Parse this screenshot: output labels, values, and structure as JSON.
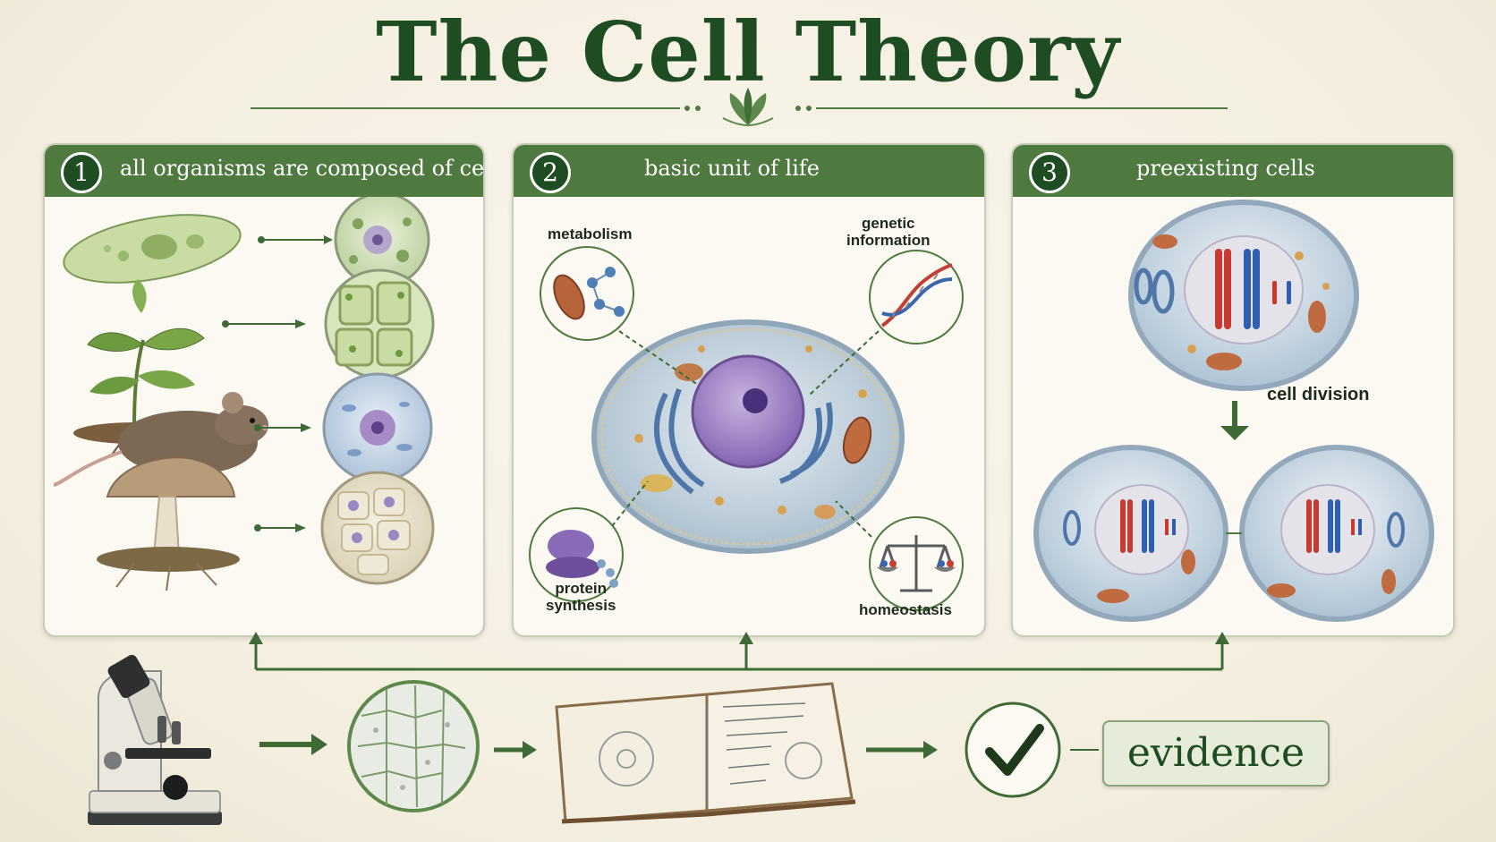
{
  "title": "The Cell Theory",
  "colors": {
    "accent": "#4e7a3f",
    "dark_green": "#1f4d23",
    "background": "#f6f1e4"
  },
  "panels": [
    {
      "number": "1",
      "title": "all organisms are composed of cells"
    },
    {
      "number": "2",
      "title": "basic unit of life",
      "labels": {
        "metabolism": "metabolism",
        "genetic": "genetic\ninformation",
        "protein": "protein\nsynthesis",
        "homeostasis": "homeostasis"
      }
    },
    {
      "number": "3",
      "title": "preexisting cells",
      "division_label": "cell division"
    }
  ],
  "evidence_label": "evidence",
  "icons": [
    "leaf-ornament-icon",
    "microscope-icon",
    "notebook-icon",
    "checkmark-icon"
  ]
}
